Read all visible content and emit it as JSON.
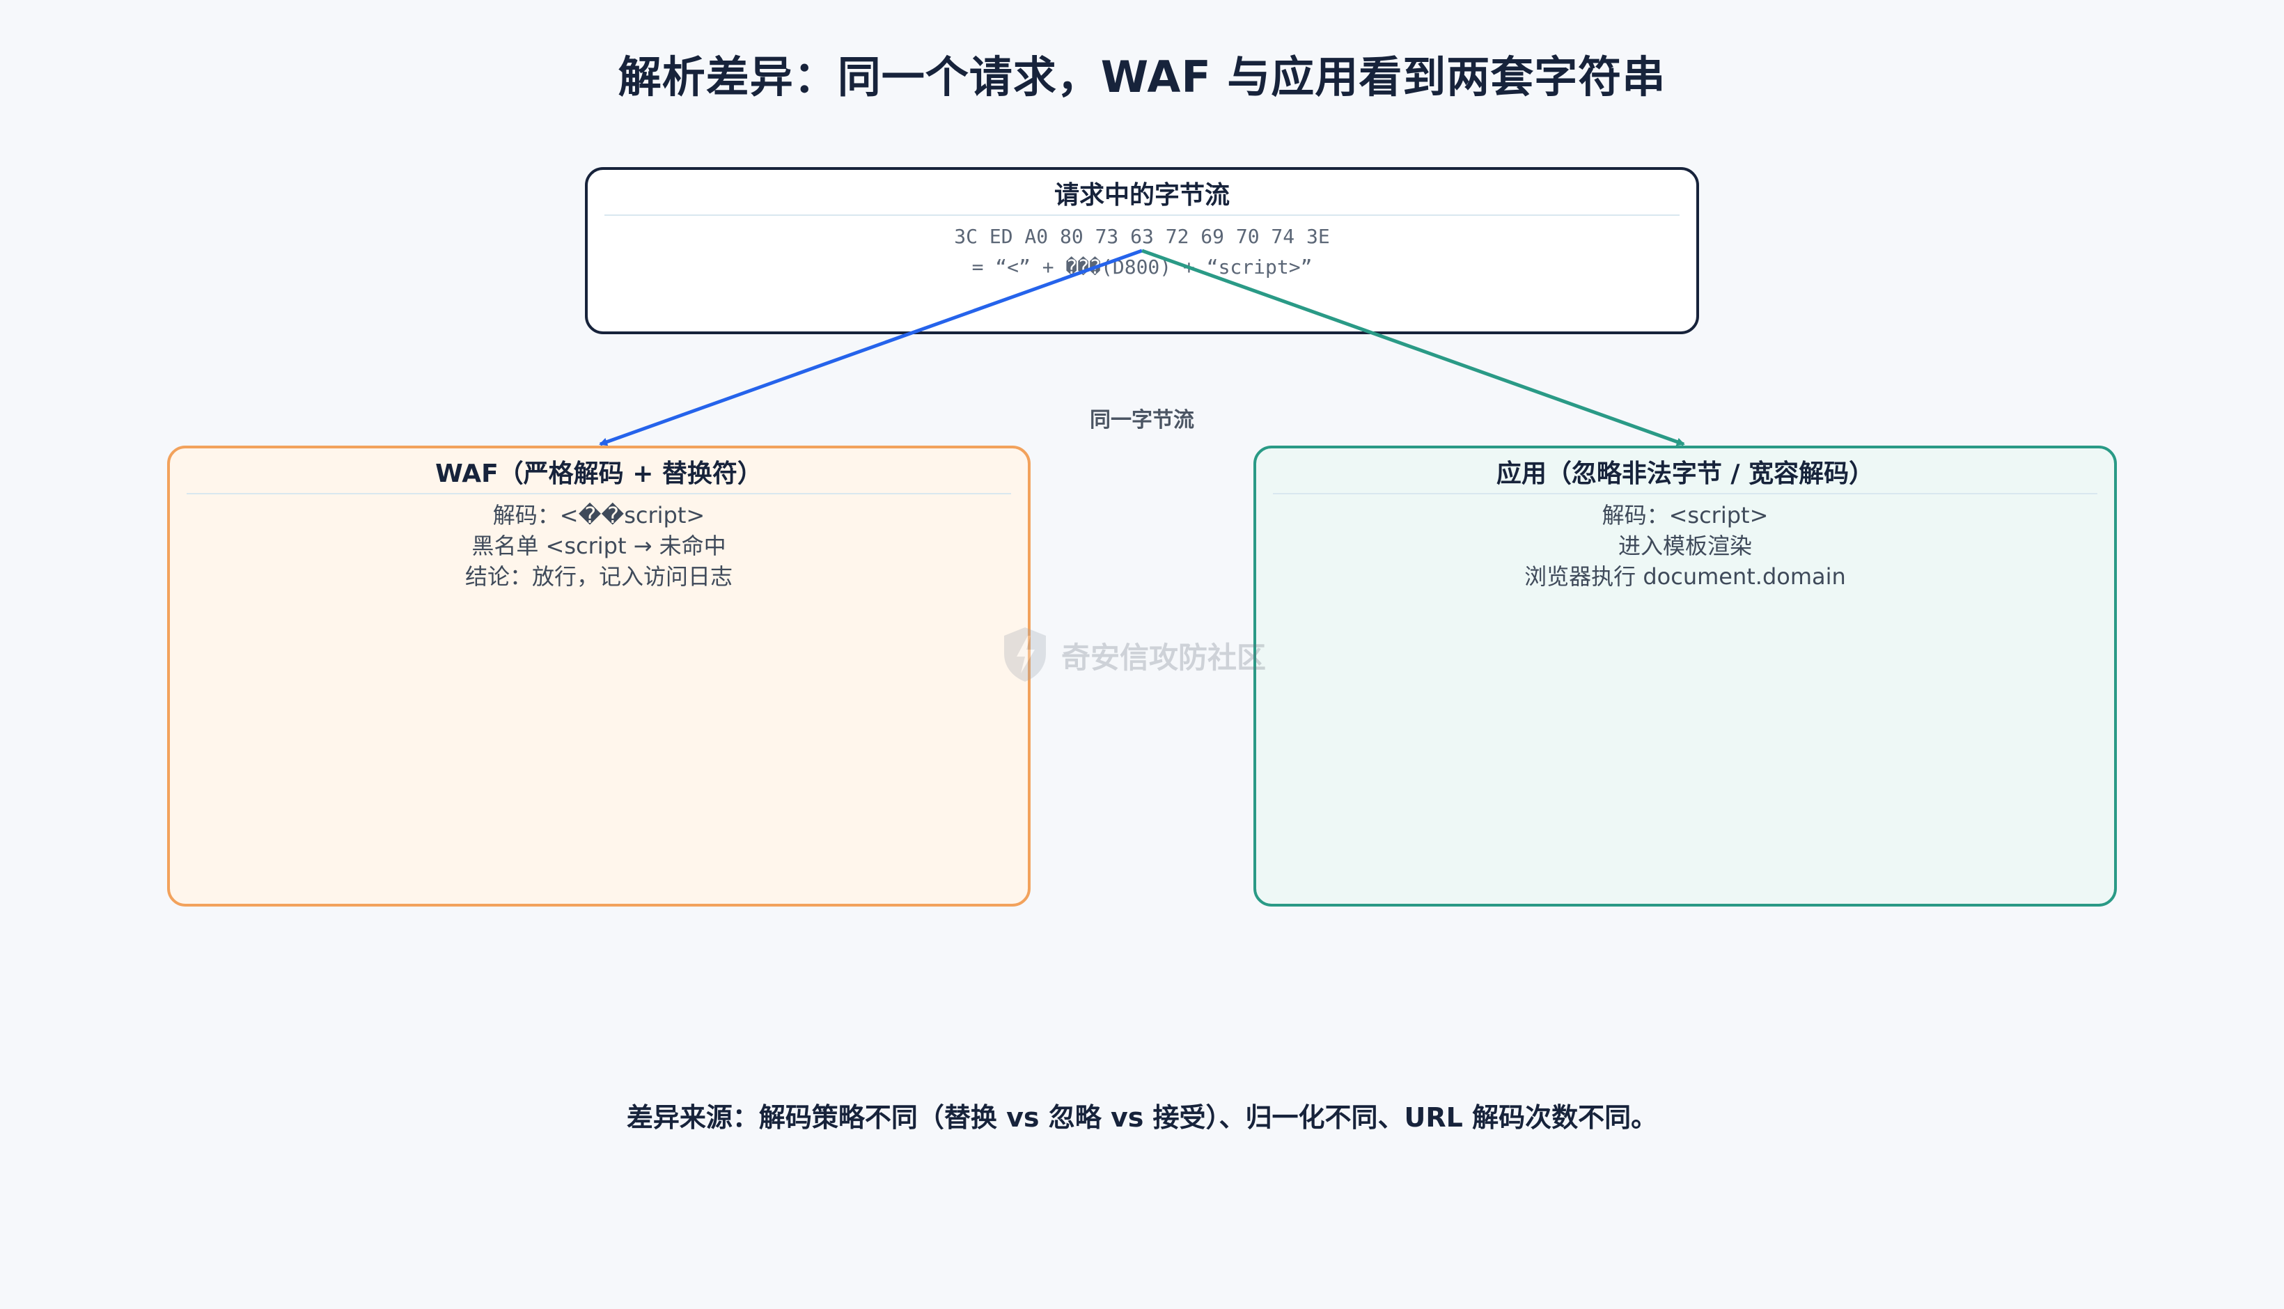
{
  "title": "解析差异：同一个请求，WAF 与应用看到两套字符串",
  "request": {
    "title": "请求中的字节流",
    "lines": [
      "3C  ED A0 80  73 63 72 69 70 74 3E",
      "= “<” + ���(D800) + “script>”"
    ]
  },
  "edge_label": "同一字节流",
  "waf": {
    "title": "WAF（严格解码 + 替换符）",
    "lines": [
      "解码：<��script>",
      "黑名单 <script → 未命中",
      "结论：放行，记入访问日志"
    ]
  },
  "app": {
    "title": "应用（忽略非法字节 / 宽容解码）",
    "lines": [
      "解码：<script>",
      "进入模板渲染",
      "浏览器执行 document.domain"
    ]
  },
  "watermark": {
    "text": "奇安信攻防社区",
    "icon": "shield-bolt-logo-icon"
  },
  "footer": "差异来源：解码策略不同（替换 vs 忽略 vs 接受）、归一化不同、URL 解码次数不同。",
  "colors": {
    "request_border": "#17233b",
    "waf_border": "#f2a25c",
    "waf_fill": "#fff6ec",
    "app_border": "#2a9a86",
    "app_fill": "#eef8f6",
    "arrow_waf": "#2563eb",
    "arrow_app": "#2a9a86"
  }
}
